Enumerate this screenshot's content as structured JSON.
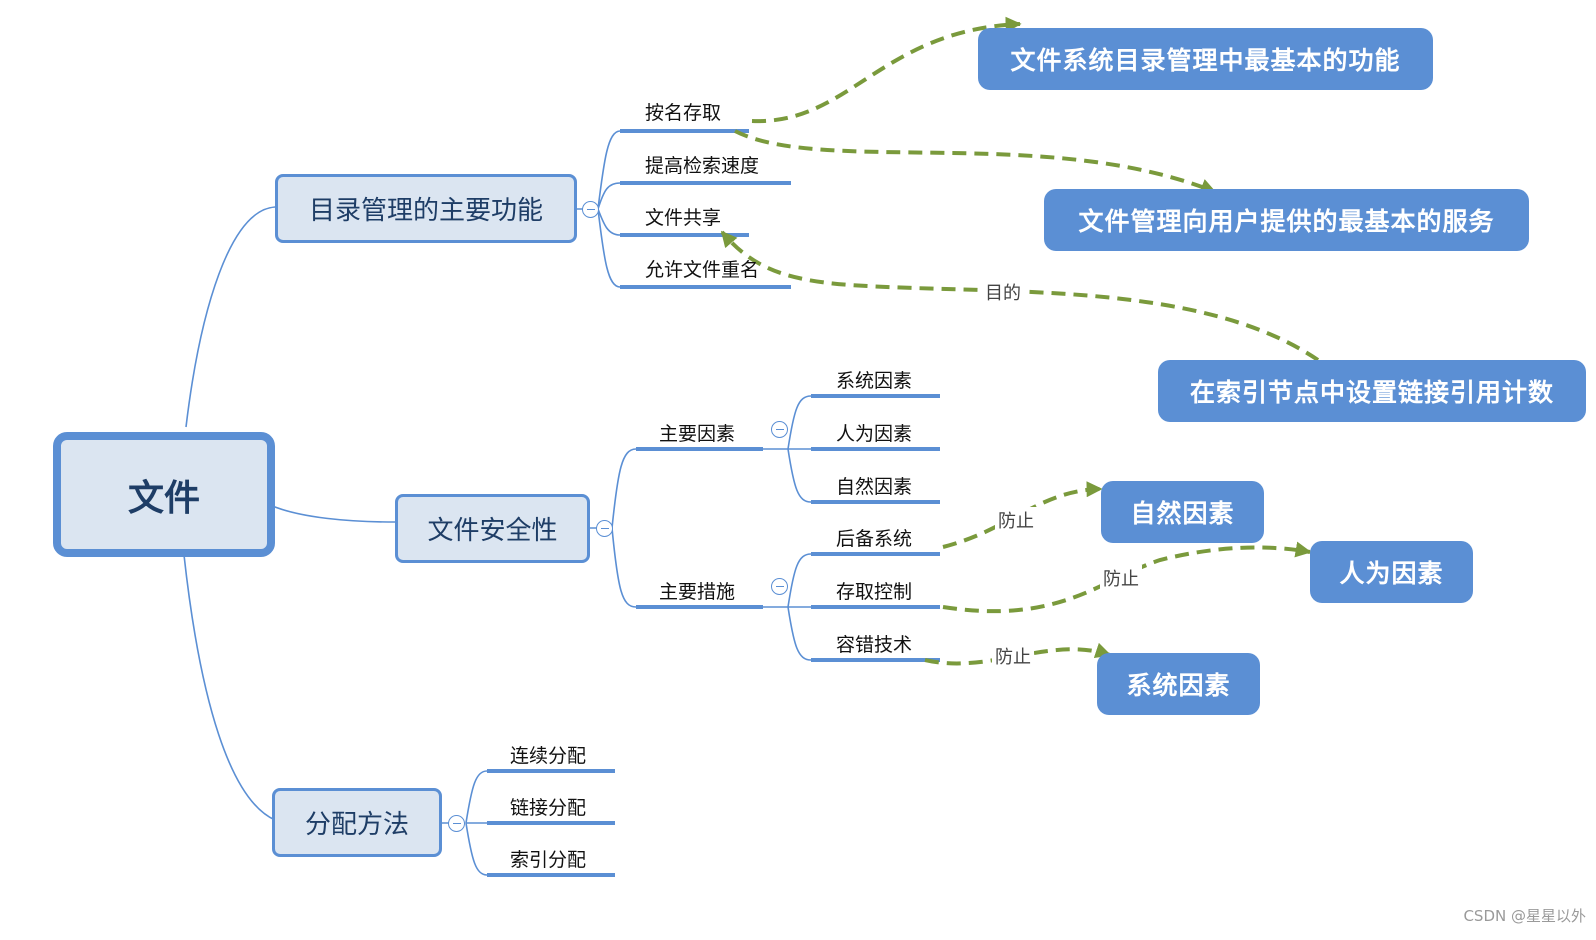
{
  "colors": {
    "accent": "#5b8fd4",
    "node_fill": "#dbe5f1",
    "node_text": "#1e3d66",
    "relation_line": "#7a9a3c"
  },
  "root": {
    "label": "文件"
  },
  "branches": {
    "directory": {
      "label": "目录管理的主要功能",
      "items": [
        "按名存取",
        "提高检索速度",
        "文件共享",
        "允许文件重名"
      ]
    },
    "security": {
      "label": "文件安全性",
      "factors": {
        "label": "主要因素",
        "items": [
          "系统因素",
          "人为因素",
          "自然因素"
        ]
      },
      "measures": {
        "label": "主要措施",
        "items": [
          "后备系统",
          "存取控制",
          "容错技术"
        ]
      }
    },
    "allocation": {
      "label": "分配方法",
      "items": [
        "连续分配",
        "链接分配",
        "索引分配"
      ]
    }
  },
  "callouts": {
    "basic_function": "文件系统目录管理中最基本的功能",
    "basic_service": "文件管理向用户提供的最基本的服务",
    "link_count": "在索引节点中设置链接引用计数",
    "natural": "自然因素",
    "human": "人为因素",
    "system": "系统因素"
  },
  "relations": {
    "purpose": "目的",
    "prevent_1": "防止",
    "prevent_2": "防止",
    "prevent_3": "防止"
  },
  "icons": {
    "collapse": "collapse-minus-icon",
    "arrow": "arrowhead-icon"
  },
  "watermark": "CSDN @星星以外"
}
